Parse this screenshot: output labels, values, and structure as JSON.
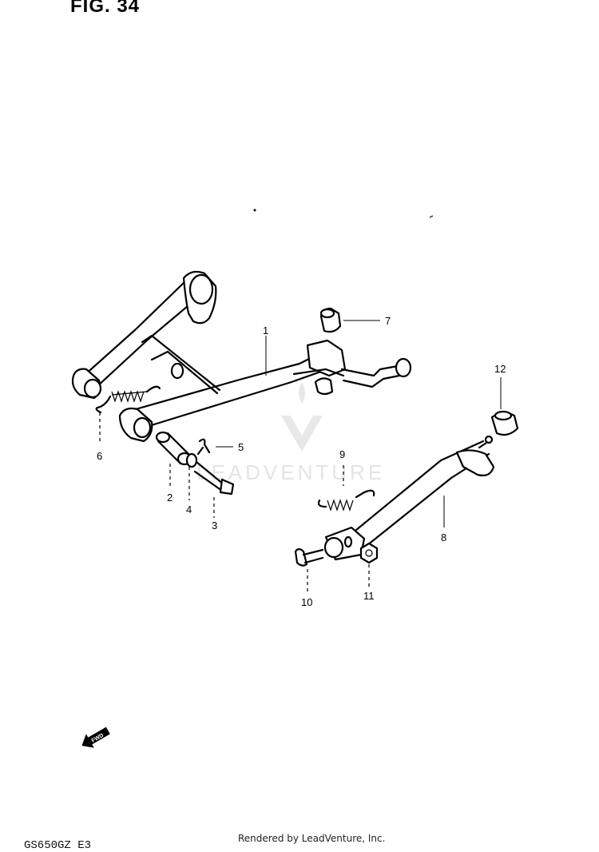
{
  "figure": {
    "title": "FIG. 34"
  },
  "watermark": {
    "text": "LEADVENTURE"
  },
  "footer": {
    "rendered_by": "Rendered by LeadVenture, Inc.",
    "code": "GS650GZ E3"
  },
  "fwd_arrow": {
    "label": "FWD"
  },
  "callouts": [
    "1",
    "2",
    "3",
    "4",
    "5",
    "6",
    "7",
    "8",
    "9",
    "10",
    "11",
    "12"
  ]
}
